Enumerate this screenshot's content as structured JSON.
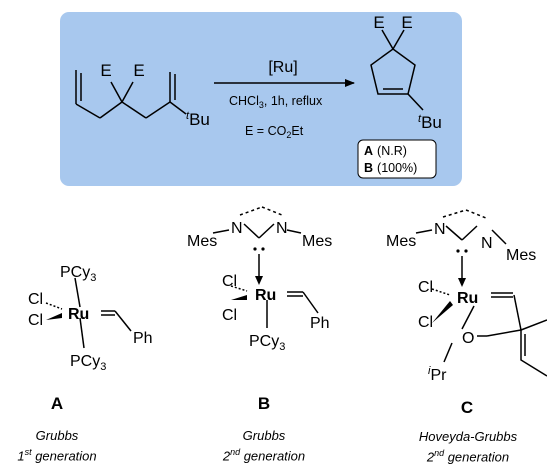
{
  "reaction": {
    "catalyst": "[Ru]",
    "conditions": "CHCl3, 1h, reflux",
    "ester_note": "E = CO2Et",
    "substituent_E": "E",
    "tBu": "tBu",
    "results": [
      {
        "catalyst": "A",
        "outcome": "(N.R)"
      },
      {
        "catalyst": "B",
        "outcome": "(100%)"
      }
    ],
    "panel_color": "#a8c8ee"
  },
  "catalysts": [
    {
      "letter": "A",
      "caption_line1": "Grubbs",
      "caption_line2": "1st generation",
      "atoms": {
        "metal": "Ru",
        "halide": "Cl",
        "phosphine": "PCy3",
        "aryl": "Ph"
      }
    },
    {
      "letter": "B",
      "caption_line1": "Grubbs",
      "caption_line2": "2nd generation",
      "atoms": {
        "metal": "Ru",
        "halide": "Cl",
        "phosphine": "PCy3",
        "aryl": "Ph",
        "amine": "N",
        "mesityl": "Mes"
      }
    },
    {
      "letter": "C",
      "caption_line1": "Hoveyda-Grubbs",
      "caption_line2": "2nd generation",
      "atoms": {
        "metal": "Ru",
        "halide": "Cl",
        "oxygen": "O",
        "isopropyl": "iPr",
        "amine": "N",
        "mesityl": "Mes"
      }
    }
  ]
}
